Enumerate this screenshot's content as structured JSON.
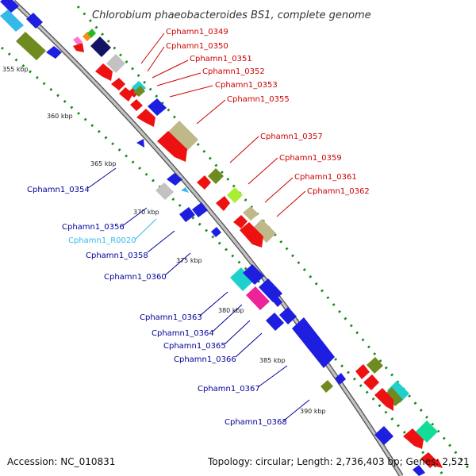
{
  "title": "Chlorobium phaeobacteroides BS1, complete genome",
  "footer": {
    "accession": "Accession: NC_010831",
    "summary": "Topology: circular; Length: 2,736,403 bp; Genes: 2,521"
  },
  "colors": {
    "backbone": "#9a9a9a",
    "tick": "#1a8a1a",
    "forward_label": "#cc0000",
    "reverse_label": "#000099",
    "rna_label": "#33bbee"
  },
  "kbp_ticks": [
    "355 kbp",
    "360 kbp",
    "365 kbp",
    "370 kbp",
    "375 kbp",
    "380 kbp",
    "385 kbp",
    "390 kbp"
  ],
  "forward_labels": [
    "Cphamn1_0349",
    "Cphamn1_0350",
    "Cphamn1_0351",
    "Cphamn1_0352",
    "Cphamn1_0353",
    "Cphamn1_0355",
    "Cphamn1_0357",
    "Cphamn1_0359",
    "Cphamn1_0361",
    "Cphamn1_0362"
  ],
  "reverse_labels": [
    "Cphamn1_0354",
    "Cphamn1_0356",
    "Cphamn1_R0020",
    "Cphamn1_0358",
    "Cphamn1_0360",
    "Cphamn1_0363",
    "Cphamn1_0364",
    "Cphamn1_0365",
    "Cphamn1_0366",
    "Cphamn1_0367",
    "Cphamn1_0368"
  ]
}
